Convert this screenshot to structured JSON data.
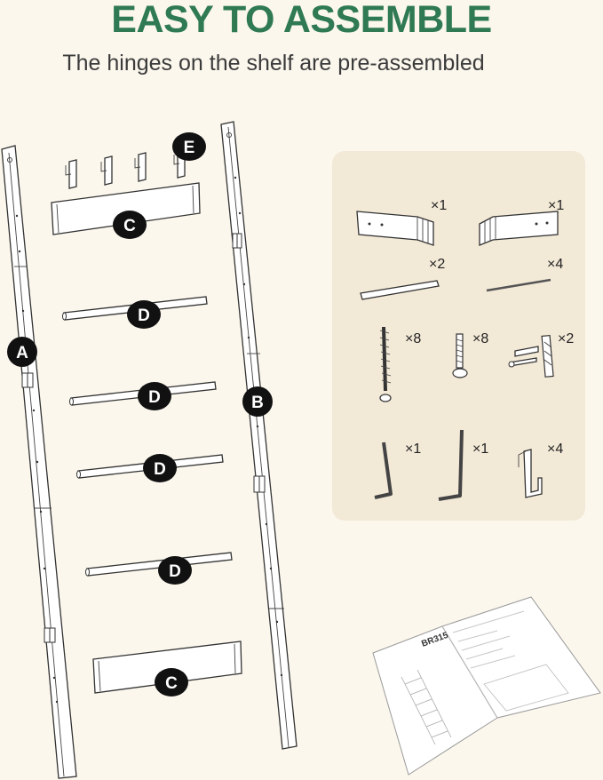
{
  "header": {
    "title": "EASY TO ASSEMBLE",
    "subtitle": "The hinges on the shelf are pre-assembled"
  },
  "part_labels": {
    "a": "A",
    "b": "B",
    "c_top": "C",
    "c_bottom": "C",
    "d1": "D",
    "d2": "D",
    "d3": "D",
    "d4": "D",
    "e": "E"
  },
  "hardware": {
    "side_block_left_qty": "×1",
    "side_block_right_qty": "×1",
    "board_qty": "×2",
    "rod_qty": "×4",
    "long_screw_qty": "×8",
    "bolt_qty": "×8",
    "wall_anchor_kit_qty": "×2",
    "hex_key_small_qty": "×1",
    "hex_key_large_qty": "×1",
    "hook_qty": "×4"
  },
  "manual": {
    "model": "BR315"
  },
  "colors": {
    "headline": "#2f7a52",
    "background": "#fbf7ed",
    "panel": "#f3e9d7",
    "label_fill": "#111111"
  }
}
